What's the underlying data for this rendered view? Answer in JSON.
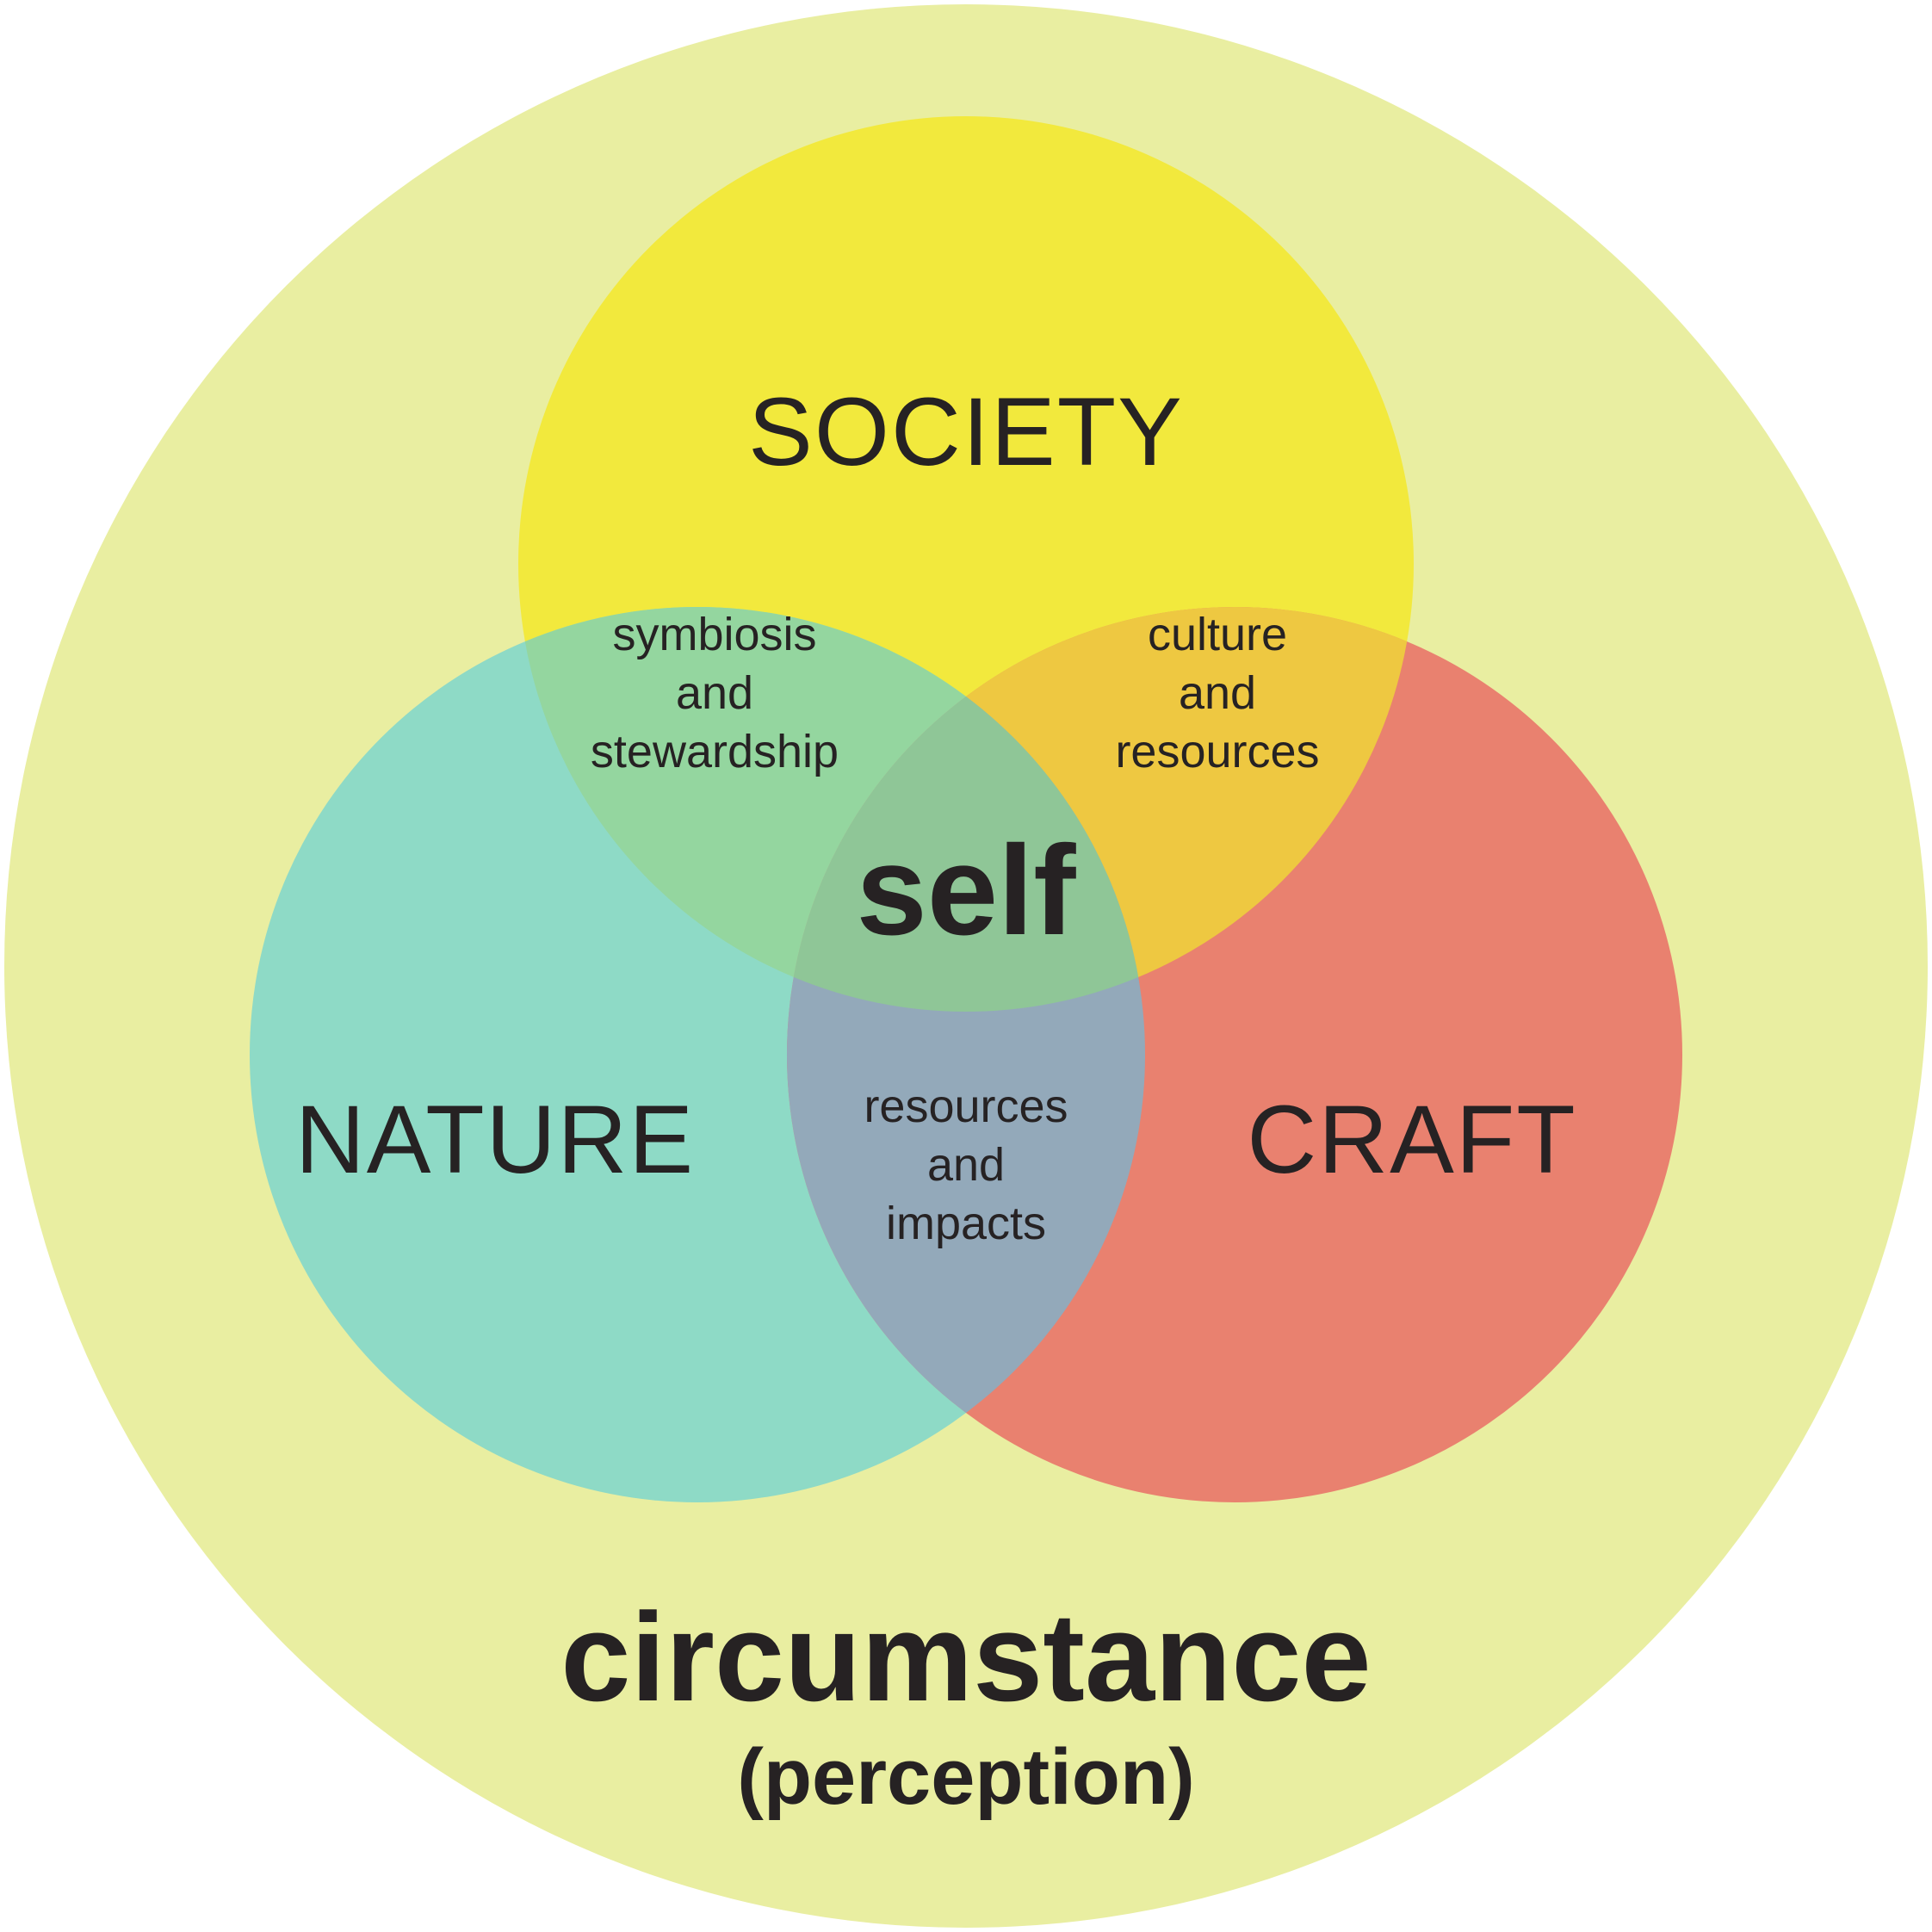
{
  "diagram": {
    "type": "venn",
    "colors": {
      "background": "#ffffff",
      "outer_circle": "#e9eea1",
      "society": "#f2e93d",
      "nature": "#8edac6",
      "craft": "#e9816f",
      "nature_society_overlap": "#94d69f",
      "society_craft_overlap": "#eec841",
      "nature_craft_overlap": "#93a9ba",
      "center_overlap": "#8fc697",
      "label_text": "#262223",
      "outer_text": "#1f8e9a"
    },
    "outer": {
      "label": "circumstance",
      "sublabel": "(perception)"
    },
    "circles": {
      "society": {
        "label": "SOCIETY"
      },
      "nature": {
        "label": "NATURE"
      },
      "craft": {
        "label": "CRAFT"
      }
    },
    "overlaps": {
      "nature_society": {
        "lines": [
          "symbiosis",
          "and",
          "stewardship"
        ]
      },
      "society_craft": {
        "lines": [
          "culture",
          "and",
          "resources"
        ]
      },
      "nature_craft": {
        "lines": [
          "resources",
          "and",
          "impacts"
        ]
      },
      "center": {
        "label": "self"
      }
    }
  }
}
